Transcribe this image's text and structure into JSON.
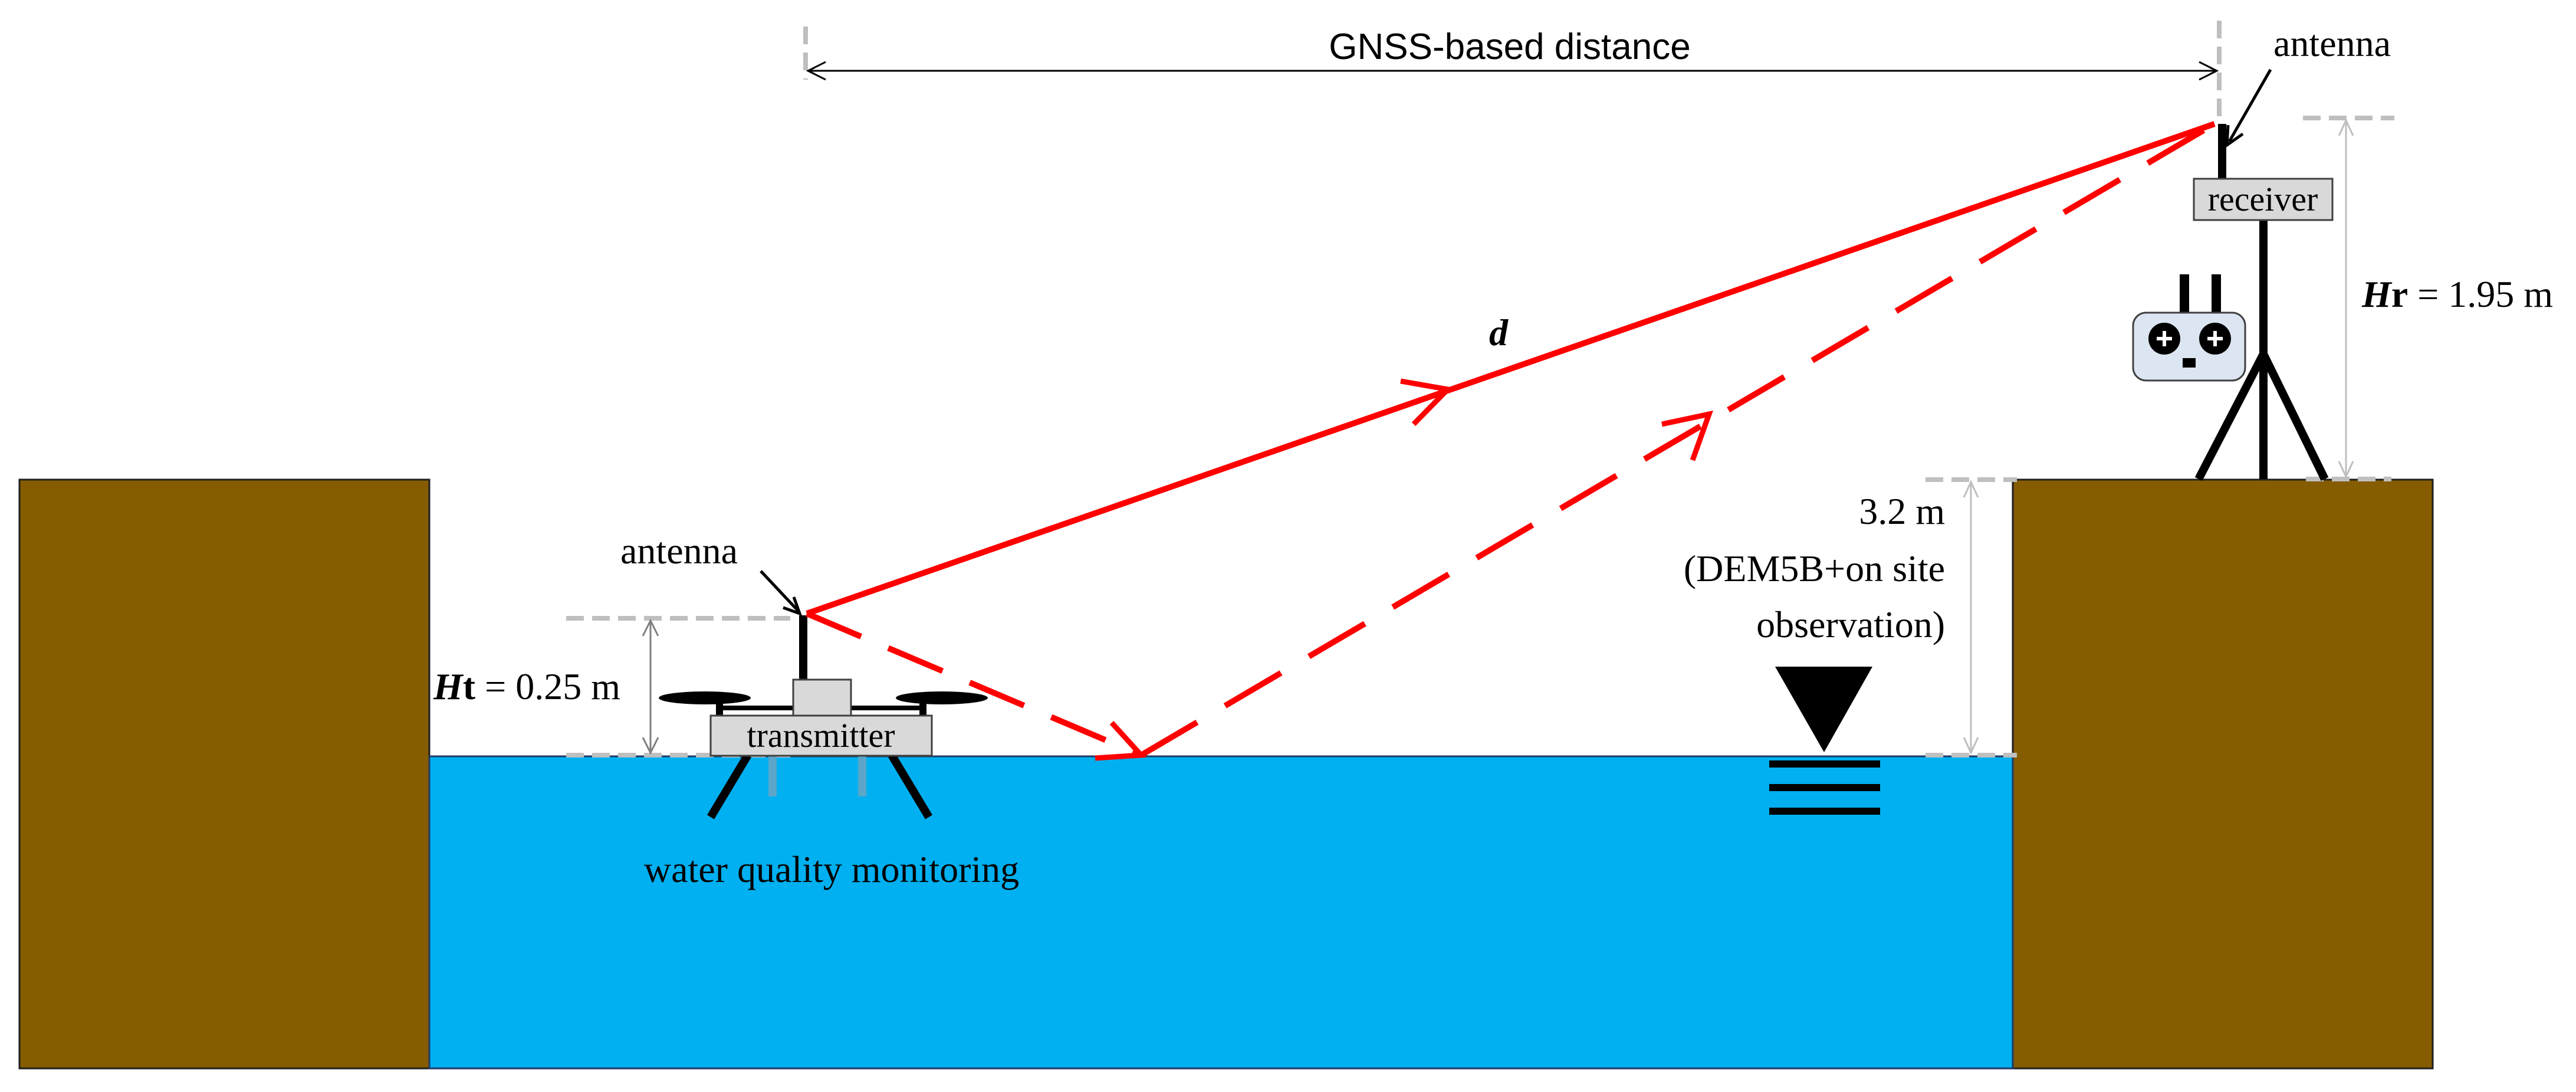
{
  "labels": {
    "gnss_distance": "GNSS-based distance",
    "antenna_receiver": "antenna",
    "antenna_transmitter": "antenna",
    "receiver": "receiver",
    "transmitter": "transmitter",
    "direct_path": "d",
    "ht_symbol": "H",
    "ht_sub": "t",
    "ht_value": " = 0.25 m",
    "hr_symbol": "H",
    "hr_sub": "r",
    "hr_value": " = 1.95 m",
    "bank_height_line1": "3.2 m",
    "bank_height_line2": "(DEM5B+on site",
    "bank_height_line3": "observation)",
    "water_quality": "water quality monitoring"
  },
  "colors": {
    "ground": "#855c00",
    "water": "#00b0f0",
    "signal": "#ff0000",
    "box_fill": "#d9d9d9",
    "guide": "#bfbfbf"
  },
  "icons": {
    "remote_controller": "remote-controller-icon",
    "water_level_marker": "water-level-triangle-icon",
    "drone": "drone-icon"
  }
}
